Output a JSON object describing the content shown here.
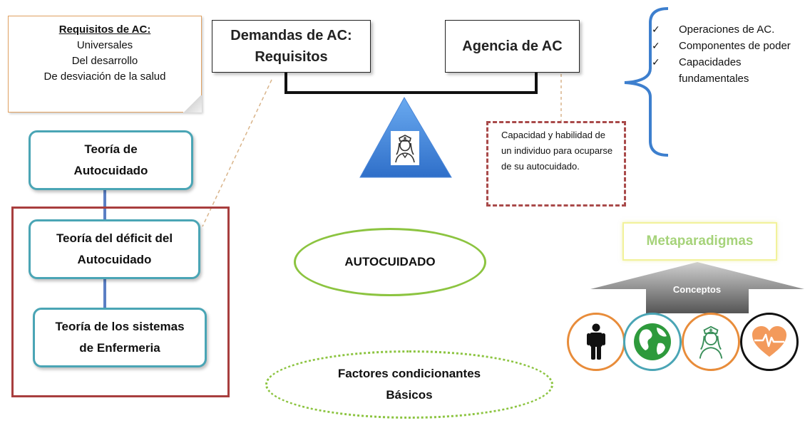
{
  "requisitos": {
    "title": "Requisitos de AC:",
    "items": [
      "Universales",
      "Del desarrollo",
      "De desviación de la salud"
    ]
  },
  "demandas": {
    "line1": "Demandas de AC:",
    "line2": "Requisitos"
  },
  "agencia": {
    "label": "Agencia de AC"
  },
  "operaciones": {
    "items": [
      "Operaciones de AC.",
      "Componentes de poder",
      "Capacidades fundamentales"
    ]
  },
  "capacidad": {
    "text": "Capacidad y habilidad de un individuo para ocuparse de su autocuidado."
  },
  "teorias": {
    "autocuidado": {
      "line1": "Teoría de",
      "line2": "Autocuidado"
    },
    "deficit": {
      "line1": "Teoría del déficit del",
      "line2": "Autocuidado"
    },
    "sistemas": {
      "line1": "Teoría de los sistemas",
      "line2": "de Enfermeria"
    }
  },
  "center": {
    "autocuidado": "AUTOCUIDADO"
  },
  "factores": {
    "line1": "Factores condicionantes",
    "line2": "Básicos"
  },
  "metaparadigmas": {
    "title": "Metaparadigmas",
    "conceptos": "Conceptos"
  },
  "icons": {
    "scale_nurse": "nurse-icon",
    "persona": "person-icon",
    "entorno": "globe-icon",
    "enfermeria": "nurse-icon",
    "salud": "heart-pulse-icon"
  },
  "colors": {
    "teal": "#4aa5b5",
    "red": "#a83e3e",
    "green": "#8cc440",
    "orange": "#e88c3a",
    "blue": "#3d7fce",
    "meta_text": "#a6d37a"
  }
}
